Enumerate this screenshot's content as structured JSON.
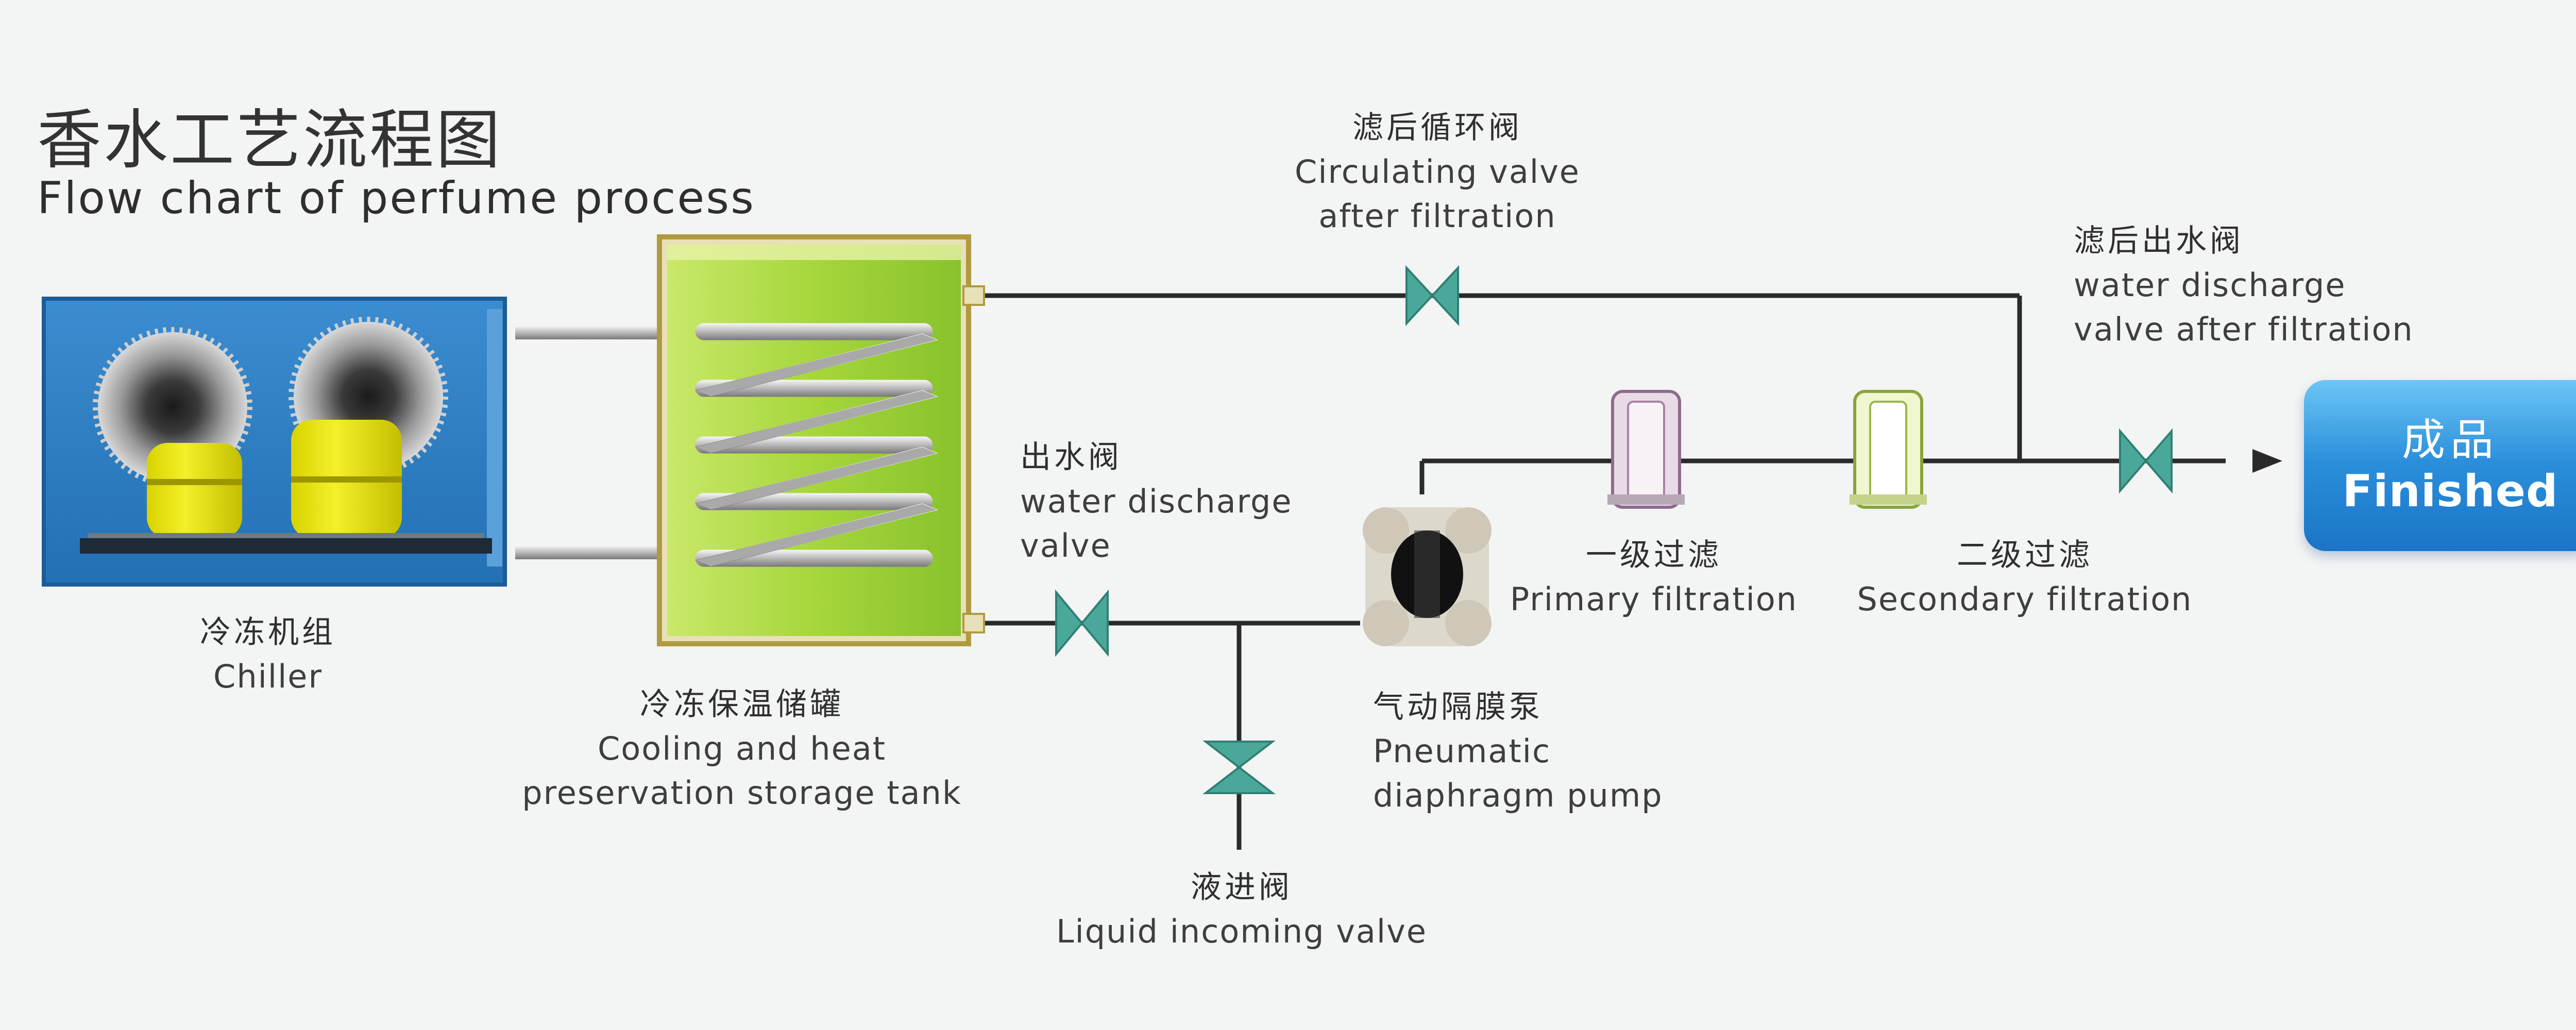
{
  "title": {
    "cn": "香水工艺流程图",
    "en": "Flow chart of perfume process"
  },
  "components": {
    "chiller": {
      "cn": "冷冻机组",
      "en": "Chiller"
    },
    "tank": {
      "cn": "冷冻保温储罐",
      "en_line1": "Cooling and heat",
      "en_line2": "preservation storage tank"
    },
    "circulating_valve": {
      "cn": "滤后循环阀",
      "en_line1": "Circulating valve",
      "en_line2": "after filtration"
    },
    "discharge_valve": {
      "cn": "出水阀",
      "en_line1": "water discharge",
      "en_line2": "valve"
    },
    "incoming_valve": {
      "cn": "液进阀",
      "en": "Liquid incoming valve"
    },
    "pump": {
      "cn": "气动隔膜泵",
      "en_line1": "Pneumatic",
      "en_line2": "diaphragm pump"
    },
    "primary_filter": {
      "cn": "一级过滤",
      "en": "Primary filtration"
    },
    "secondary_filter": {
      "cn": "二级过滤",
      "en": "Secondary filtration"
    },
    "discharge_after_filtration": {
      "cn": "滤后出水阀",
      "en_line1": "water discharge",
      "en_line2": "valve after filtration"
    },
    "finished": {
      "cn": "成品",
      "en": "Finished"
    }
  },
  "colors": {
    "chiller_body": "#2e7fc2",
    "tank_fill": "#a8d83a",
    "valve": "#4aa89a",
    "finished_box": "#2a8fdb",
    "pipe": "#2a2a2a"
  }
}
